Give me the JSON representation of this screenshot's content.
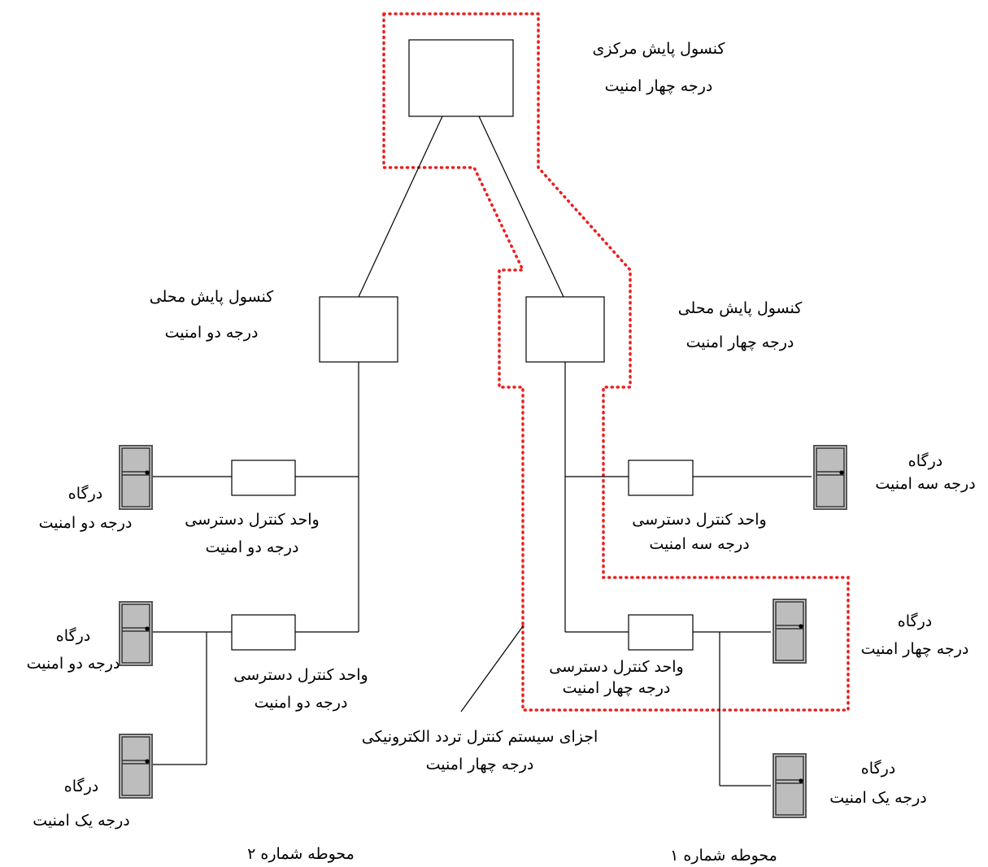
{
  "central": {
    "line1": "کنسول پایش مرکزی",
    "line2": "درجه چهار امنیت"
  },
  "local_left": {
    "line1": "کنسول پایش محلی",
    "line2": "درجه دو امنیت"
  },
  "local_right": {
    "line1": "کنسول پایش محلی",
    "line2": "درجه چهار امنیت"
  },
  "gate_l1": {
    "line1": "درگاه",
    "line2": "درجه دو امنیت"
  },
  "gate_l2": {
    "line1": "درگاه",
    "line2": "درجه دو امنیت"
  },
  "gate_l3": {
    "line1": "درگاه",
    "line2": "درجه یک امنیت"
  },
  "gate_r1": {
    "line1": "درگاه",
    "line2": "درجه سه امنیت"
  },
  "gate_r2": {
    "line1": "درگاه",
    "line2": "درجه چهار امنیت"
  },
  "gate_r3": {
    "line1": "درگاه",
    "line2": "درجه یک امنیت"
  },
  "acu_l1": {
    "line1": "واحد کنترل دسترسی",
    "line2": "درجه دو امنیت"
  },
  "acu_l2": {
    "line1": "واحد کنترل دسترسی",
    "line2": "درجه دو امنیت"
  },
  "acu_r1": {
    "line1": "واحد کنترل دسترسی",
    "line2": "درجه سه امنیت"
  },
  "acu_r2": {
    "line1": "واحد کنترل دسترسی",
    "line2": "درجه چهار امنیت"
  },
  "components": {
    "line1": "اجزای سیستم کنترل تردد الکترونیکی",
    "line2": "درجه چهار امنیت"
  },
  "zone2": "محوطه شماره ۲",
  "zone1": "محوطه شماره ۱",
  "colors": {
    "line": "#000000",
    "boundary": "#ee1c1c",
    "door": "#bdbdbd",
    "door_frame": "#555555"
  }
}
